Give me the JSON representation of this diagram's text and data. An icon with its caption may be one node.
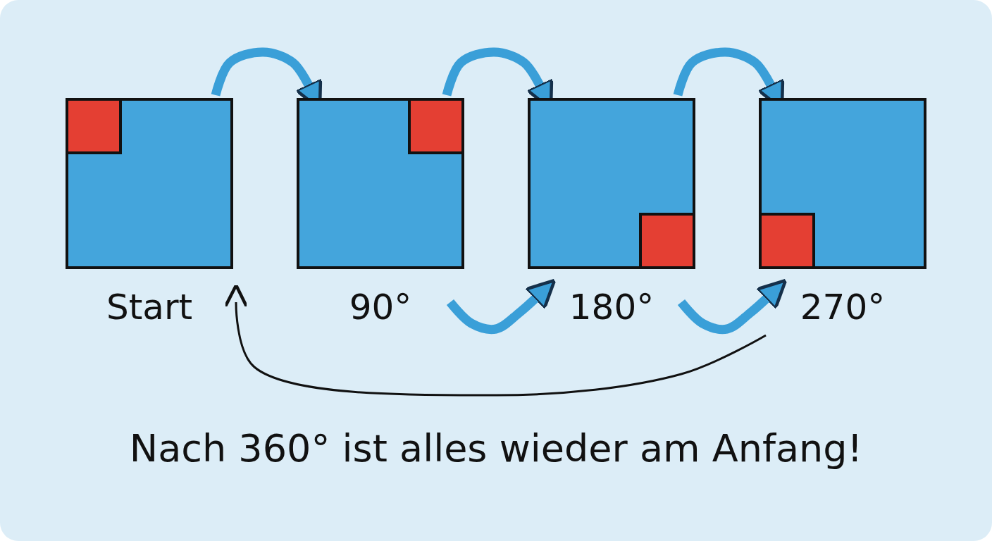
{
  "diagram": {
    "caption": "Nach 360° ist alles wieder am Anfang!",
    "nodes": [
      {
        "text": [
          "Start"
        ]
      },
      {
        "text": [
          "90°"
        ]
      },
      {
        "text": [
          "180°"
        ]
      },
      {
        "text": [
          "270°"
        ]
      }
    ],
    "edges": [
      {
        "from": 0,
        "to": 1,
        "arrow": "to"
      },
      {
        "from": 1,
        "to": 2,
        "arrow": "to"
      },
      {
        "from": 2,
        "to": 3,
        "arrow": "to"
      },
      {
        "from": 1,
        "to": 2,
        "arrow": "to"
      },
      {
        "from": 2,
        "to": 3,
        "arrow": "to"
      },
      {
        "from": 3,
        "to": 0,
        "arrow": "to",
        "color": "#111111"
      }
    ]
  }
}
